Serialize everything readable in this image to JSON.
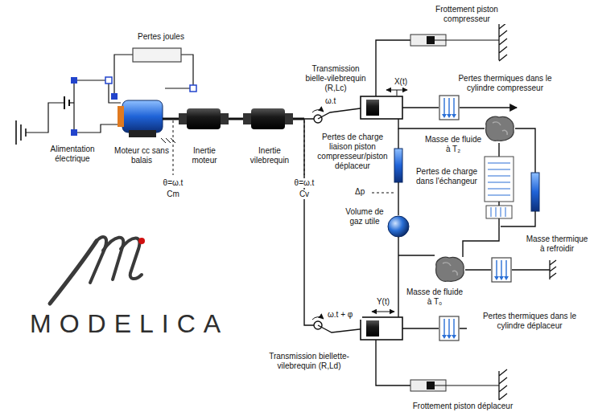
{
  "diagram": {
    "labels": [
      "Pertes joules",
      "Frottement piston compresseur",
      "Transmission bielle-vilebrequin (R,Lc)",
      "X(t)",
      "Pertes thermiques dans le cylindre compresseur",
      "ω.t",
      "Alimentation électrique",
      "Moteur cc sans balais",
      "Inertie moteur",
      "Inertie vilebrequin",
      "Masse de fluide à T₂",
      "Pertes de charge liaison piston compresseur/piston déplaceur",
      "Pertes de charge dans l'échangeur",
      "θ=ω.t",
      "Cm",
      "θ=ω.t",
      "Cv",
      "Δp",
      "Volume de gaz utile",
      "Masse thermique à refroidir",
      "Masse de fluide à T₀",
      "Y(t)",
      "ω.t + φ",
      "Pertes thermiques dans le cylindre déplaceur",
      "Transmission biellette-vilebrequin (R,Ld)",
      "Frottement piston déplaceur",
      "MODELICA"
    ]
  }
}
